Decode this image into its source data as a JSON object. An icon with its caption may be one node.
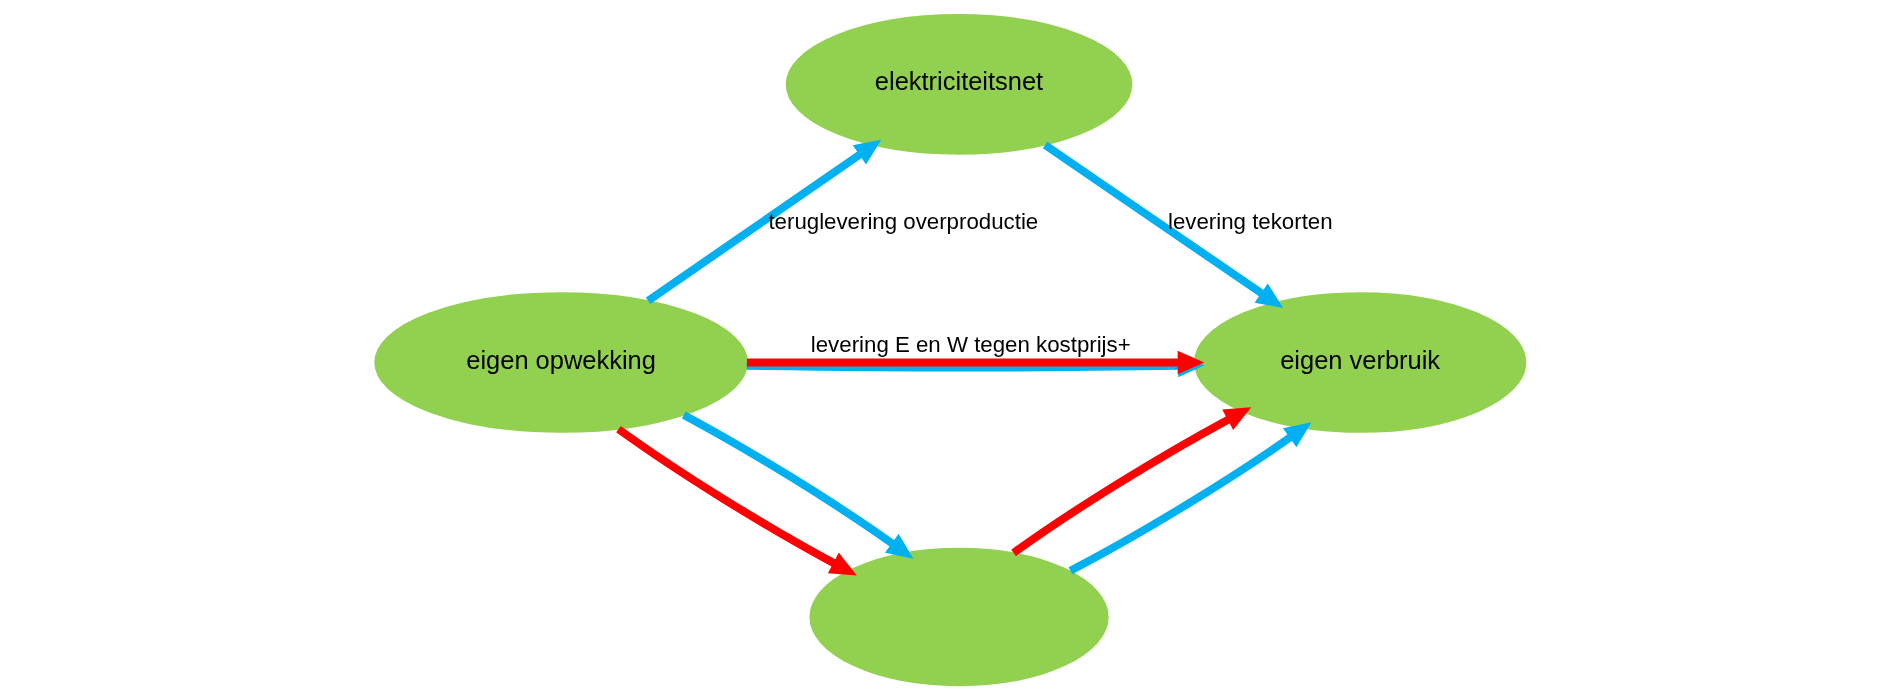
{
  "diagram": {
    "nodes": [
      {
        "text": [
          "elektriciteitsnet"
        ]
      },
      {
        "text": [
          "eigen opwekking"
        ]
      },
      {
        "text": [
          "eigen verbruik"
        ]
      },
      {
        "text": [],
        "shape": "ellipse"
      }
    ],
    "edges": [
      {
        "from": 1,
        "to": 0,
        "arrow": "to",
        "label": "teruglevering overproductie"
      },
      {
        "from": 0,
        "to": 2,
        "arrow": "to",
        "label": "levering tekorten"
      },
      {
        "from": 1,
        "to": 2,
        "arrow": "to"
      },
      {
        "from": 1,
        "to": 2,
        "arrow": "to",
        "color": "#ff0000",
        "label": "levering E en W tegen kostprijs+"
      },
      {
        "from": 1,
        "to": 3,
        "arrow": "to",
        "color": "#ff0000"
      },
      {
        "from": 1,
        "to": 3,
        "arrow": "to"
      },
      {
        "from": 3,
        "to": 2,
        "arrow": "to",
        "color": "#ff0000"
      },
      {
        "from": 3,
        "to": 2,
        "arrow": "to"
      }
    ]
  }
}
